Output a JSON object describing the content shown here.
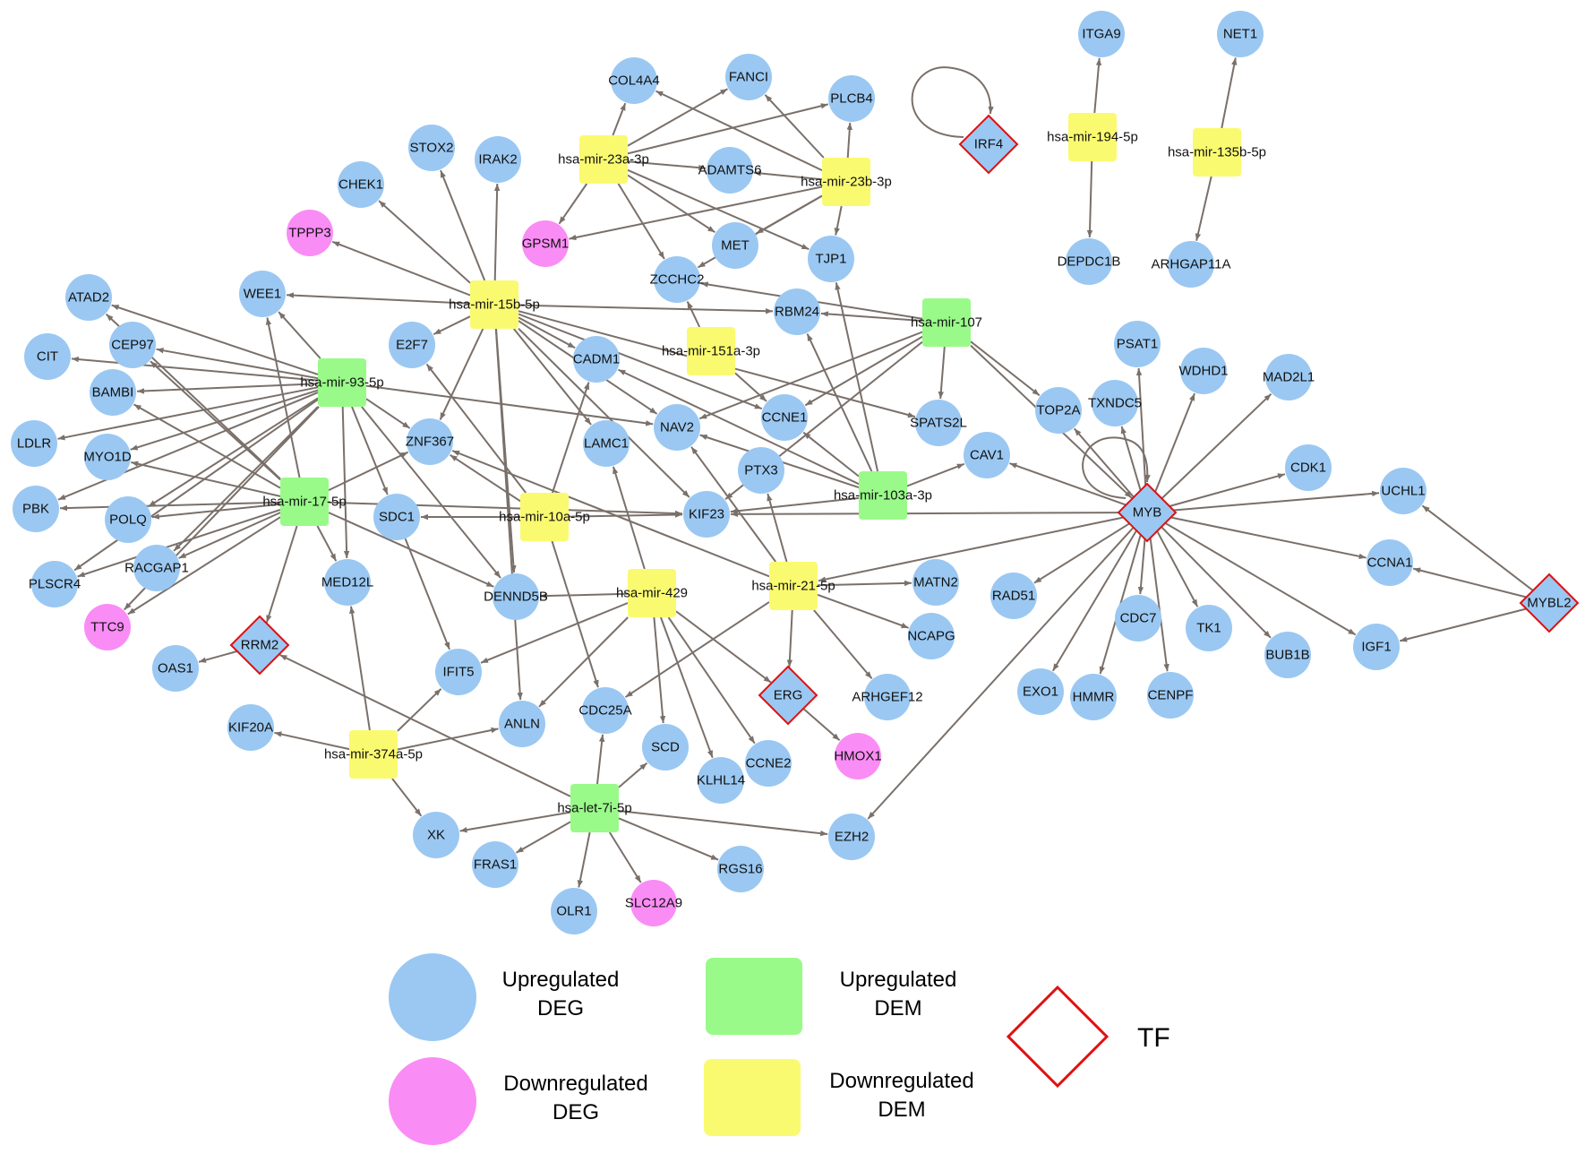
{
  "colors": {
    "upregulated_deg": "#9ac8f2",
    "downregulated_deg": "#fa8cf5",
    "upregulated_dem": "#99fa89",
    "downregulated_dem": "#fafa70",
    "tf_border": "#e01010",
    "edge": "#7a706a"
  },
  "node_shapes": {
    "deg": "circle",
    "dem": "square",
    "tf": "diamond"
  },
  "nodes": [
    {
      "id": "hsa-mir-23a-3p",
      "kind": "dem_down"
    },
    {
      "id": "hsa-mir-23b-3p",
      "kind": "dem_down"
    },
    {
      "id": "hsa-mir-15b-5p",
      "kind": "dem_down"
    },
    {
      "id": "hsa-mir-151a-3p",
      "kind": "dem_down"
    },
    {
      "id": "hsa-mir-10a-5p",
      "kind": "dem_down"
    },
    {
      "id": "hsa-mir-429",
      "kind": "dem_down"
    },
    {
      "id": "hsa-mir-21-5p",
      "kind": "dem_down"
    },
    {
      "id": "hsa-mir-374a-5p",
      "kind": "dem_down"
    },
    {
      "id": "hsa-mir-194-5p",
      "kind": "dem_down"
    },
    {
      "id": "hsa-mir-135b-5p",
      "kind": "dem_down"
    },
    {
      "id": "hsa-mir-93-5p",
      "kind": "dem_up"
    },
    {
      "id": "hsa-mir-17-5p",
      "kind": "dem_up"
    },
    {
      "id": "hsa-mir-107",
      "kind": "dem_up"
    },
    {
      "id": "hsa-mir-103a-3p",
      "kind": "dem_up"
    },
    {
      "id": "hsa-let-7i-5p",
      "kind": "dem_up"
    },
    {
      "id": "IRF4",
      "kind": "tf"
    },
    {
      "id": "MYB",
      "kind": "tf"
    },
    {
      "id": "MYBL2",
      "kind": "tf"
    },
    {
      "id": "RRM2",
      "kind": "tf"
    },
    {
      "id": "ERG",
      "kind": "tf"
    },
    {
      "id": "TPPP3",
      "kind": "deg_down"
    },
    {
      "id": "GPSM1",
      "kind": "deg_down"
    },
    {
      "id": "TTC9",
      "kind": "deg_down"
    },
    {
      "id": "HMOX1",
      "kind": "deg_down"
    },
    {
      "id": "SLC12A9",
      "kind": "deg_down"
    },
    {
      "id": "COL4A4",
      "kind": "deg_up"
    },
    {
      "id": "FANCI",
      "kind": "deg_up"
    },
    {
      "id": "PLCB4",
      "kind": "deg_up"
    },
    {
      "id": "STOX2",
      "kind": "deg_up"
    },
    {
      "id": "IRAK2",
      "kind": "deg_up"
    },
    {
      "id": "CHEK1",
      "kind": "deg_up"
    },
    {
      "id": "ADAMTS6",
      "kind": "deg_up"
    },
    {
      "id": "MET",
      "kind": "deg_up"
    },
    {
      "id": "TJP1",
      "kind": "deg_up"
    },
    {
      "id": "ZCCHC2",
      "kind": "deg_up"
    },
    {
      "id": "RBM24",
      "kind": "deg_up"
    },
    {
      "id": "WEE1",
      "kind": "deg_up"
    },
    {
      "id": "ATAD2",
      "kind": "deg_up"
    },
    {
      "id": "CEP97",
      "kind": "deg_up"
    },
    {
      "id": "CIT",
      "kind": "deg_up"
    },
    {
      "id": "BAMBI",
      "kind": "deg_up"
    },
    {
      "id": "E2F7",
      "kind": "deg_up"
    },
    {
      "id": "CADM1",
      "kind": "deg_up"
    },
    {
      "id": "LDLR",
      "kind": "deg_up"
    },
    {
      "id": "MYO1D",
      "kind": "deg_up"
    },
    {
      "id": "ZNF367",
      "kind": "deg_up"
    },
    {
      "id": "LAMC1",
      "kind": "deg_up"
    },
    {
      "id": "NAV2",
      "kind": "deg_up"
    },
    {
      "id": "CCNE1",
      "kind": "deg_up"
    },
    {
      "id": "SPATS2L",
      "kind": "deg_up"
    },
    {
      "id": "CAV1",
      "kind": "deg_up"
    },
    {
      "id": "PTX3",
      "kind": "deg_up"
    },
    {
      "id": "PBK",
      "kind": "deg_up"
    },
    {
      "id": "POLQ",
      "kind": "deg_up"
    },
    {
      "id": "SDC1",
      "kind": "deg_up"
    },
    {
      "id": "KIF23",
      "kind": "deg_up"
    },
    {
      "id": "PLSCR4",
      "kind": "deg_up"
    },
    {
      "id": "RACGAP1",
      "kind": "deg_up"
    },
    {
      "id": "MED12L",
      "kind": "deg_up"
    },
    {
      "id": "DENND5B",
      "kind": "deg_up"
    },
    {
      "id": "MATN2",
      "kind": "deg_up"
    },
    {
      "id": "NCAPG",
      "kind": "deg_up"
    },
    {
      "id": "OAS1",
      "kind": "deg_up"
    },
    {
      "id": "IFIT5",
      "kind": "deg_up"
    },
    {
      "id": "ARHGEF12",
      "kind": "deg_up"
    },
    {
      "id": "KIF20A",
      "kind": "deg_up"
    },
    {
      "id": "ANLN",
      "kind": "deg_up"
    },
    {
      "id": "CDC25A",
      "kind": "deg_up"
    },
    {
      "id": "SCD",
      "kind": "deg_up"
    },
    {
      "id": "CCNE2",
      "kind": "deg_up"
    },
    {
      "id": "KLHL14",
      "kind": "deg_up"
    },
    {
      "id": "XK",
      "kind": "deg_up"
    },
    {
      "id": "FRAS1",
      "kind": "deg_up"
    },
    {
      "id": "OLR1",
      "kind": "deg_up"
    },
    {
      "id": "RGS16",
      "kind": "deg_up"
    },
    {
      "id": "EZH2",
      "kind": "deg_up"
    },
    {
      "id": "ITGA9",
      "kind": "deg_up"
    },
    {
      "id": "NET1",
      "kind": "deg_up"
    },
    {
      "id": "DEPDC1B",
      "kind": "deg_up"
    },
    {
      "id": "ARHGAP11A",
      "kind": "deg_up"
    },
    {
      "id": "PSAT1",
      "kind": "deg_up"
    },
    {
      "id": "WDHD1",
      "kind": "deg_up"
    },
    {
      "id": "MAD2L1",
      "kind": "deg_up"
    },
    {
      "id": "TOP2A",
      "kind": "deg_up"
    },
    {
      "id": "TXNDC5",
      "kind": "deg_up"
    },
    {
      "id": "CDK1",
      "kind": "deg_up"
    },
    {
      "id": "UCHL1",
      "kind": "deg_up"
    },
    {
      "id": "CCNA1",
      "kind": "deg_up"
    },
    {
      "id": "RAD51",
      "kind": "deg_up"
    },
    {
      "id": "CDC7",
      "kind": "deg_up"
    },
    {
      "id": "TK1",
      "kind": "deg_up"
    },
    {
      "id": "BUB1B",
      "kind": "deg_up"
    },
    {
      "id": "IGF1",
      "kind": "deg_up"
    },
    {
      "id": "EXO1",
      "kind": "deg_up"
    },
    {
      "id": "HMMR",
      "kind": "deg_up"
    },
    {
      "id": "CENPF",
      "kind": "deg_up"
    }
  ],
  "edges": [
    [
      "hsa-mir-23a-3p",
      "COL4A4"
    ],
    [
      "hsa-mir-23a-3p",
      "FANCI"
    ],
    [
      "hsa-mir-23a-3p",
      "PLCB4"
    ],
    [
      "hsa-mir-23a-3p",
      "ADAMTS6"
    ],
    [
      "hsa-mir-23a-3p",
      "GPSM1"
    ],
    [
      "hsa-mir-23a-3p",
      "MET"
    ],
    [
      "hsa-mir-23a-3p",
      "TJP1"
    ],
    [
      "hsa-mir-23a-3p",
      "ZCCHC2"
    ],
    [
      "hsa-mir-23b-3p",
      "COL4A4"
    ],
    [
      "hsa-mir-23b-3p",
      "FANCI"
    ],
    [
      "hsa-mir-23b-3p",
      "PLCB4"
    ],
    [
      "hsa-mir-23b-3p",
      "ADAMTS6"
    ],
    [
      "hsa-mir-23b-3p",
      "GPSM1"
    ],
    [
      "hsa-mir-23b-3p",
      "MET"
    ],
    [
      "hsa-mir-23b-3p",
      "TJP1"
    ],
    [
      "hsa-mir-23b-3p",
      "ZCCHC2"
    ],
    [
      "hsa-mir-15b-5p",
      "STOX2"
    ],
    [
      "hsa-mir-15b-5p",
      "IRAK2"
    ],
    [
      "hsa-mir-15b-5p",
      "CHEK1"
    ],
    [
      "hsa-mir-15b-5p",
      "TPPP3"
    ],
    [
      "hsa-mir-15b-5p",
      "WEE1"
    ],
    [
      "hsa-mir-15b-5p",
      "RBM24"
    ],
    [
      "hsa-mir-15b-5p",
      "E2F7"
    ],
    [
      "hsa-mir-15b-5p",
      "CADM1"
    ],
    [
      "hsa-mir-15b-5p",
      "CCNE1"
    ],
    [
      "hsa-mir-15b-5p",
      "NAV2"
    ],
    [
      "hsa-mir-15b-5p",
      "LAMC1"
    ],
    [
      "hsa-mir-15b-5p",
      "KIF23"
    ],
    [
      "hsa-mir-15b-5p",
      "ZNF367"
    ],
    [
      "hsa-mir-15b-5p",
      "DENND5B"
    ],
    [
      "hsa-mir-15b-5p",
      "ANLN"
    ],
    [
      "hsa-mir-15b-5p",
      "SPATS2L"
    ],
    [
      "hsa-mir-151a-3p",
      "ZCCHC2"
    ],
    [
      "hsa-mir-151a-3p",
      "CCNE1"
    ],
    [
      "hsa-mir-107",
      "RBM24"
    ],
    [
      "hsa-mir-107",
      "ZCCHC2"
    ],
    [
      "hsa-mir-107",
      "SPATS2L"
    ],
    [
      "hsa-mir-107",
      "NAV2"
    ],
    [
      "hsa-mir-107",
      "CCNE1"
    ],
    [
      "hsa-mir-107",
      "KIF23"
    ],
    [
      "hsa-mir-107",
      "TOP2A"
    ],
    [
      "hsa-mir-107",
      "MYB"
    ],
    [
      "hsa-mir-103a-3p",
      "RBM24"
    ],
    [
      "hsa-mir-103a-3p",
      "TJP1"
    ],
    [
      "hsa-mir-103a-3p",
      "CCNE1"
    ],
    [
      "hsa-mir-103a-3p",
      "CAV1"
    ],
    [
      "hsa-mir-103a-3p",
      "NAV2"
    ],
    [
      "hsa-mir-103a-3p",
      "KIF23"
    ],
    [
      "hsa-mir-103a-3p",
      "CADM1"
    ],
    [
      "hsa-mir-93-5p",
      "WEE1"
    ],
    [
      "hsa-mir-93-5p",
      "ATAD2"
    ],
    [
      "hsa-mir-93-5p",
      "CEP97"
    ],
    [
      "hsa-mir-93-5p",
      "CIT"
    ],
    [
      "hsa-mir-93-5p",
      "BAMBI"
    ],
    [
      "hsa-mir-93-5p",
      "LDLR"
    ],
    [
      "hsa-mir-93-5p",
      "MYO1D"
    ],
    [
      "hsa-mir-93-5p",
      "PBK"
    ],
    [
      "hsa-mir-93-5p",
      "POLQ"
    ],
    [
      "hsa-mir-93-5p",
      "PLSCR4"
    ],
    [
      "hsa-mir-93-5p",
      "RACGAP1"
    ],
    [
      "hsa-mir-93-5p",
      "TTC9"
    ],
    [
      "hsa-mir-93-5p",
      "ZNF367"
    ],
    [
      "hsa-mir-93-5p",
      "NAV2"
    ],
    [
      "hsa-mir-93-5p",
      "MED12L"
    ],
    [
      "hsa-mir-93-5p",
      "DENND5B"
    ],
    [
      "hsa-mir-93-5p",
      "SDC1"
    ],
    [
      "hsa-mir-17-5p",
      "WEE1"
    ],
    [
      "hsa-mir-17-5p",
      "ATAD2"
    ],
    [
      "hsa-mir-17-5p",
      "CEP97"
    ],
    [
      "hsa-mir-17-5p",
      "BAMBI"
    ],
    [
      "hsa-mir-17-5p",
      "MYO1D"
    ],
    [
      "hsa-mir-17-5p",
      "PBK"
    ],
    [
      "hsa-mir-17-5p",
      "POLQ"
    ],
    [
      "hsa-mir-17-5p",
      "PLSCR4"
    ],
    [
      "hsa-mir-17-5p",
      "RACGAP1"
    ],
    [
      "hsa-mir-17-5p",
      "TTC9"
    ],
    [
      "hsa-mir-17-5p",
      "RRM2"
    ],
    [
      "hsa-mir-17-5p",
      "ZNF367"
    ],
    [
      "hsa-mir-17-5p",
      "MED12L"
    ],
    [
      "hsa-mir-17-5p",
      "KIF23"
    ],
    [
      "hsa-mir-17-5p",
      "DENND5B"
    ],
    [
      "hsa-mir-10a-5p",
      "SDC1"
    ],
    [
      "hsa-mir-10a-5p",
      "KIF23"
    ],
    [
      "hsa-mir-10a-5p",
      "CADM1"
    ],
    [
      "hsa-mir-10a-5p",
      "ZNF367"
    ],
    [
      "hsa-mir-10a-5p",
      "E2F7"
    ],
    [
      "hsa-mir-10a-5p",
      "CDC25A"
    ],
    [
      "SDC1",
      "IFIT5"
    ],
    [
      "hsa-mir-429",
      "LAMC1"
    ],
    [
      "hsa-mir-429",
      "ANLN"
    ],
    [
      "hsa-mir-429",
      "IFIT5"
    ],
    [
      "hsa-mir-429",
      "SCD"
    ],
    [
      "hsa-mir-429",
      "KLHL14"
    ],
    [
      "hsa-mir-429",
      "CCNE2"
    ],
    [
      "hsa-mir-429",
      "ERG"
    ],
    [
      "hsa-mir-429",
      "DENND5B"
    ],
    [
      "hsa-mir-21-5p",
      "PTX3"
    ],
    [
      "hsa-mir-21-5p",
      "MATN2"
    ],
    [
      "hsa-mir-21-5p",
      "NCAPG"
    ],
    [
      "hsa-mir-21-5p",
      "ARHGEF12"
    ],
    [
      "hsa-mir-21-5p",
      "ERG"
    ],
    [
      "hsa-mir-21-5p",
      "CDC25A"
    ],
    [
      "hsa-mir-21-5p",
      "ZNF367"
    ],
    [
      "hsa-mir-21-5p",
      "NAV2"
    ],
    [
      "ERG",
      "HMOX1"
    ],
    [
      "hsa-mir-374a-5p",
      "KIF20A"
    ],
    [
      "hsa-mir-374a-5p",
      "IFIT5"
    ],
    [
      "hsa-mir-374a-5p",
      "ANLN"
    ],
    [
      "hsa-mir-374a-5p",
      "XK"
    ],
    [
      "hsa-mir-374a-5p",
      "MED12L"
    ],
    [
      "RRM2",
      "OAS1"
    ],
    [
      "hsa-let-7i-5p",
      "RRM2"
    ],
    [
      "hsa-let-7i-5p",
      "XK"
    ],
    [
      "hsa-let-7i-5p",
      "FRAS1"
    ],
    [
      "hsa-let-7i-5p",
      "OLR1"
    ],
    [
      "hsa-let-7i-5p",
      "SLC12A9"
    ],
    [
      "hsa-let-7i-5p",
      "RGS16"
    ],
    [
      "hsa-let-7i-5p",
      "EZH2"
    ],
    [
      "hsa-let-7i-5p",
      "CDC25A"
    ],
    [
      "hsa-let-7i-5p",
      "SCD"
    ],
    [
      "hsa-mir-194-5p",
      "ITGA9"
    ],
    [
      "hsa-mir-194-5p",
      "DEPDC1B"
    ],
    [
      "hsa-mir-135b-5p",
      "NET1"
    ],
    [
      "hsa-mir-135b-5p",
      "ARHGAP11A"
    ],
    [
      "MYB",
      "PSAT1"
    ],
    [
      "MYB",
      "WDHD1"
    ],
    [
      "MYB",
      "MAD2L1"
    ],
    [
      "MYB",
      "TOP2A"
    ],
    [
      "MYB",
      "TXNDC5"
    ],
    [
      "MYB",
      "CDK1"
    ],
    [
      "MYB",
      "UCHL1"
    ],
    [
      "MYB",
      "CCNA1"
    ],
    [
      "MYB",
      "RAD51"
    ],
    [
      "MYB",
      "CDC7"
    ],
    [
      "MYB",
      "TK1"
    ],
    [
      "MYB",
      "BUB1B"
    ],
    [
      "MYB",
      "IGF1"
    ],
    [
      "MYB",
      "EXO1"
    ],
    [
      "MYB",
      "HMMR"
    ],
    [
      "MYB",
      "CENPF"
    ],
    [
      "MYB",
      "EZH2"
    ],
    [
      "MYB",
      "CAV1"
    ],
    [
      "MYB",
      "KIF23"
    ],
    [
      "MYB",
      "hsa-mir-21-5p"
    ],
    [
      "MYBL2",
      "UCHL1"
    ],
    [
      "MYBL2",
      "CCNA1"
    ],
    [
      "MYBL2",
      "IGF1"
    ]
  ],
  "self_loops": [
    "IRF4",
    "MYB"
  ],
  "legend": {
    "upregulated_deg": "Upregulated\nDEG",
    "downregulated_deg": "Downregulated\nDEG",
    "upregulated_dem": "Upregulated\nDEM",
    "downregulated_dem": "Downregulated\nDEM",
    "tf": "TF"
  }
}
